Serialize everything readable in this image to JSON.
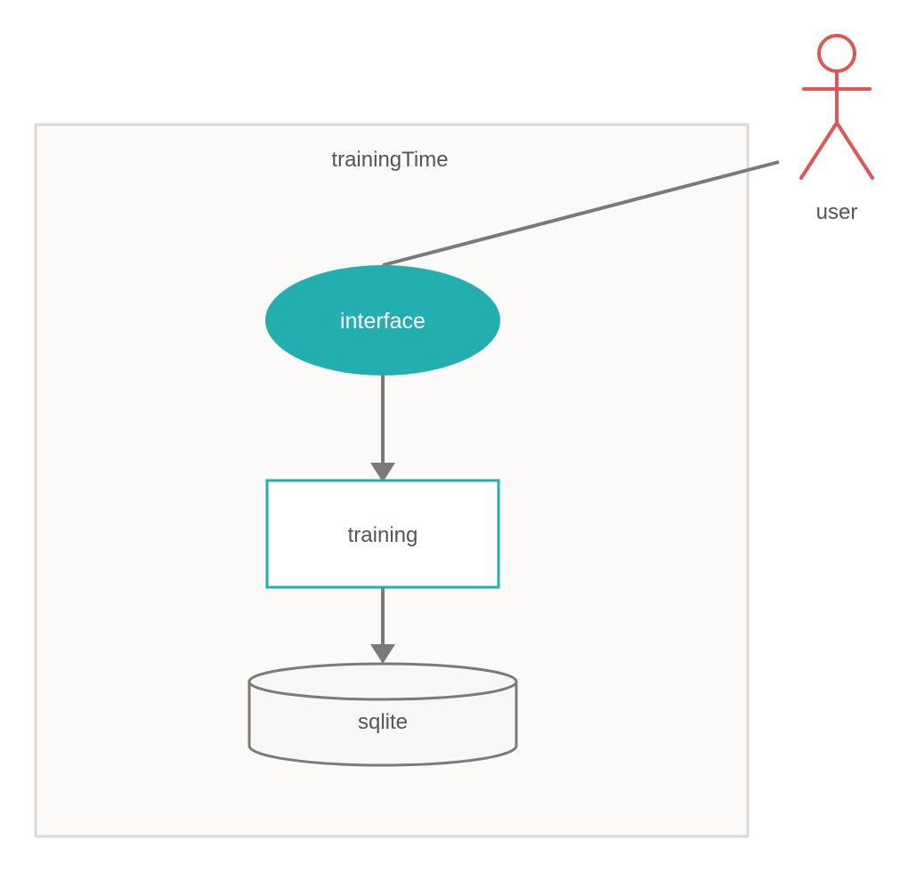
{
  "diagram": {
    "system": {
      "label": "trainingTime"
    },
    "actor": {
      "label": "user"
    },
    "nodes": {
      "interface": {
        "label": "interface",
        "shape": "ellipse"
      },
      "training": {
        "label": "training",
        "shape": "rectangle"
      },
      "sqlite": {
        "label": "sqlite",
        "shape": "database-cylinder"
      }
    },
    "edges": [
      {
        "from": "user",
        "to": "interface",
        "style": "line"
      },
      {
        "from": "interface",
        "to": "training",
        "style": "arrow"
      },
      {
        "from": "training",
        "to": "sqlite",
        "style": "arrow"
      }
    ]
  },
  "colors": {
    "teal": "#23afaf",
    "actor": "#e05555",
    "edge": "#7a7a7a",
    "boundary_fill": "#fbfaf8",
    "boundary_stroke": "#d9d9d9",
    "label_text": "#555555"
  }
}
